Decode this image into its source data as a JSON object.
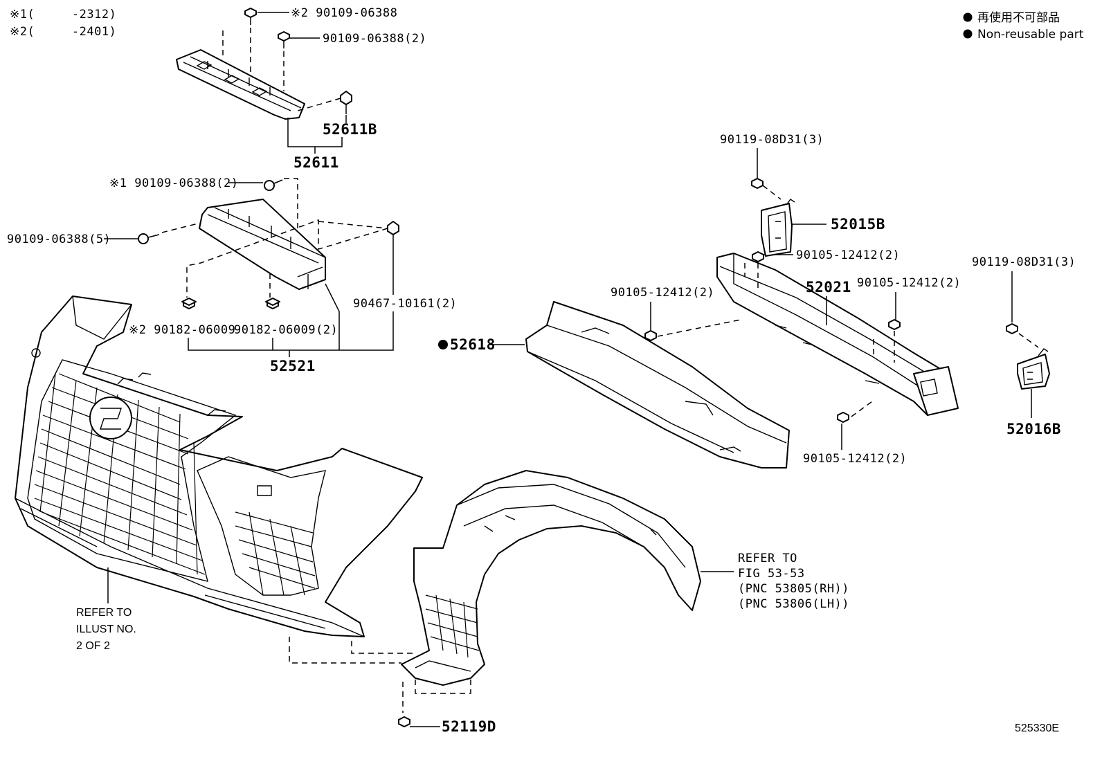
{
  "legend": {
    "non_reusable_jp": "再使用不可部品",
    "non_reusable_en": "Non-reusable part"
  },
  "notes": {
    "note1": "※1(     -2312)",
    "note2": "※2(     -2401)"
  },
  "labels": {
    "l_2_90109": "※2 90109-06388",
    "l_90109_2": "90109-06388(2)",
    "l_52611B": "52611B",
    "l_52611": "52611",
    "l_1_90109": "※1 90109-06388(2)",
    "l_90109_5": "90109-06388(5)",
    "l_90467": "90467-10161(2)",
    "l_2_90182": "※2 90182-06009",
    "l_90182_2": "90182-06009(2)",
    "l_52521": "52521",
    "l_90119_a": "90119-08D31(3)",
    "l_52015B": "52015B",
    "l_90105_a": "90105-12412(2)",
    "l_90105_b": "90105-12412(2)",
    "l_52021": "52021",
    "l_90105_c": "90105-12412(2)",
    "l_52618": "52618",
    "l_90105_d": "90105-12412(2)",
    "l_90119_b": "90119-08D31(3)",
    "l_52016B": "52016B",
    "l_52119D": "52119D",
    "diagram_id": "525330E"
  },
  "refer_left": [
    "REFER TO",
    "ILLUST NO.",
    "2 OF 2"
  ],
  "refer_right": [
    "REFER TO",
    "FIG 53-53",
    "(PNC 53805(RH))",
    "(PNC 53806(LH))"
  ]
}
